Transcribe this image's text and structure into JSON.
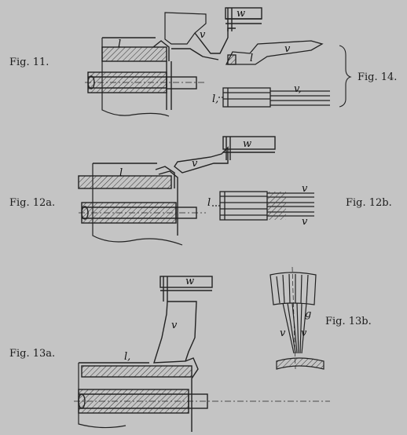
{
  "figures": {
    "fig11": "Fig. 11.",
    "fig14": "Fig. 14.",
    "fig12a": "Fig. 12a.",
    "fig12b": "Fig. 12b.",
    "fig13a": "Fig. 13a.",
    "fig13b": "Fig. 13b."
  },
  "letters": {
    "w": "w",
    "v": "v",
    "l": "l",
    "v1": "v,",
    "l1": "l,",
    "g": "g"
  }
}
